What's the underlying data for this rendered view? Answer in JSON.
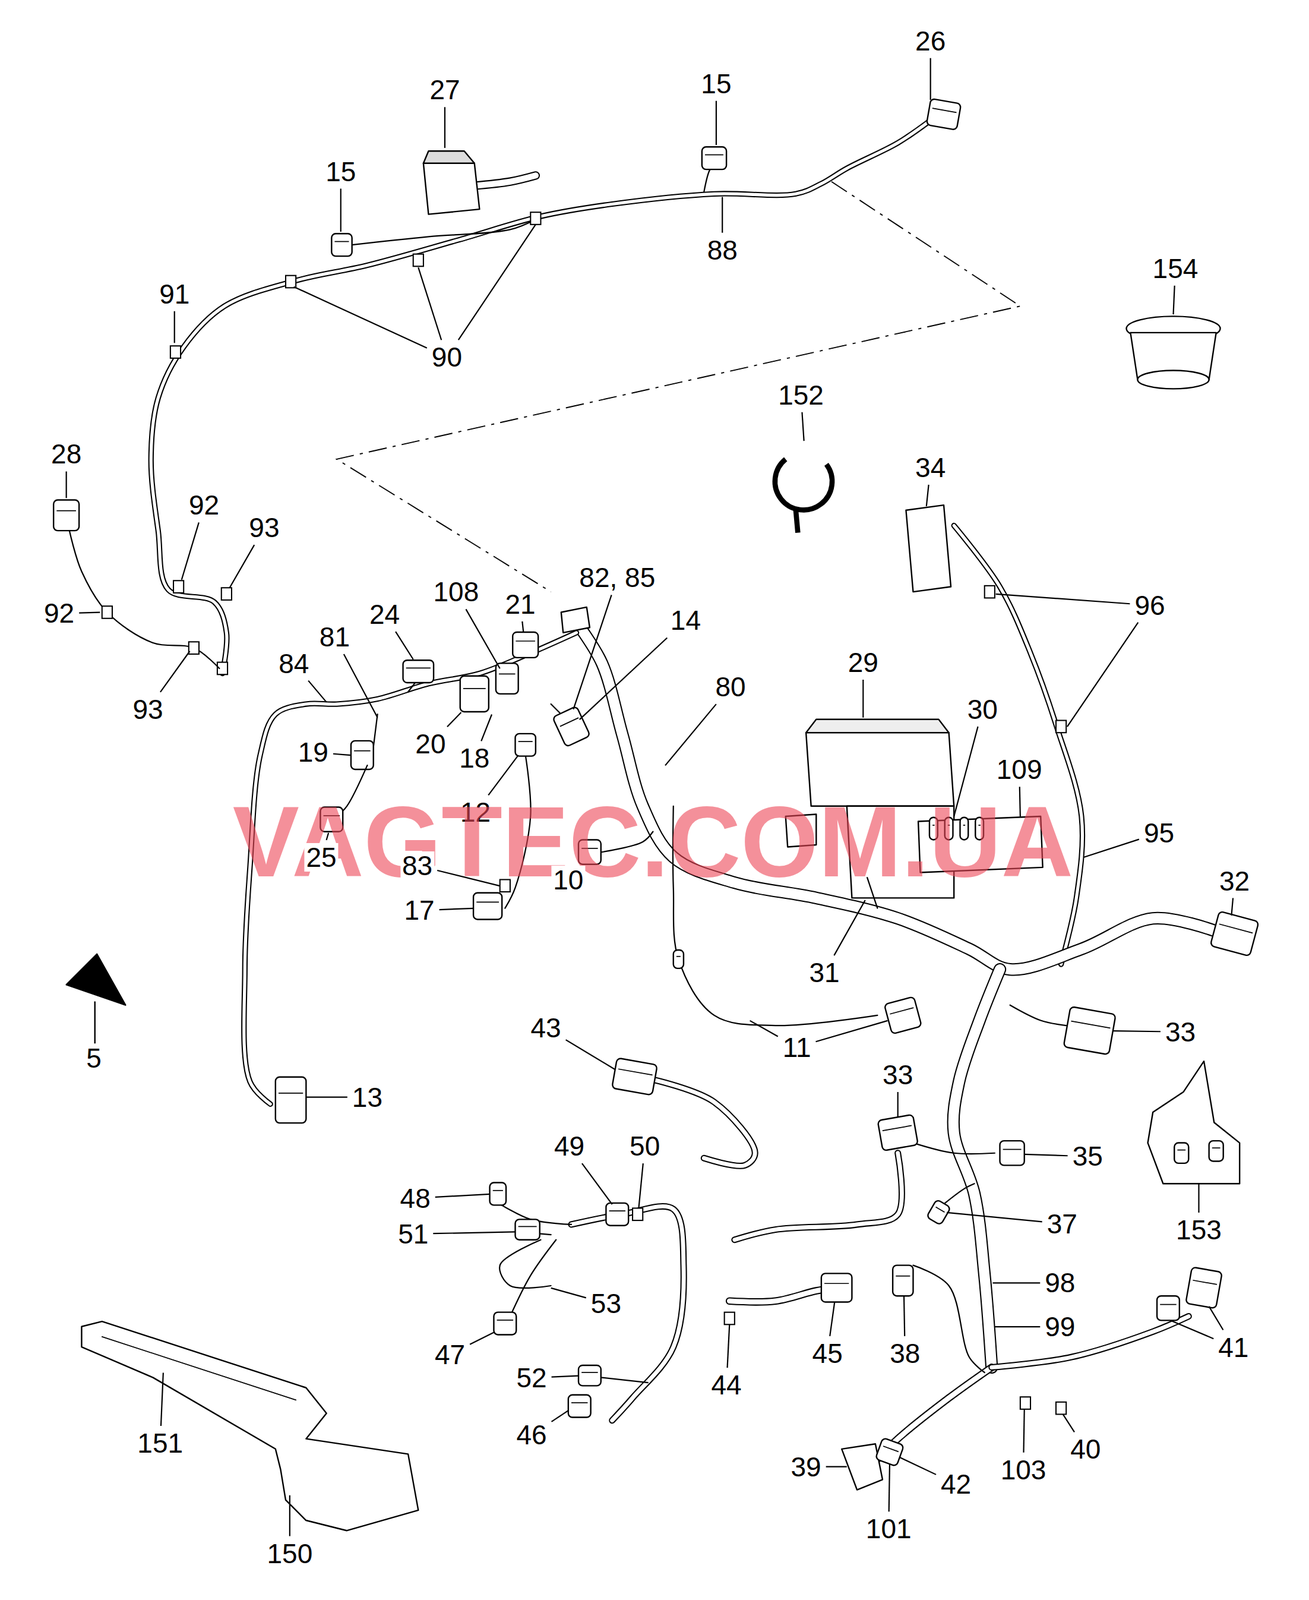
{
  "diagram": {
    "labels": [
      "26",
      "27",
      "15",
      "15",
      "88",
      "154",
      "91",
      "90",
      "152",
      "28",
      "34",
      "92",
      "93",
      "108",
      "21",
      "82, 85",
      "14",
      "92",
      "96",
      "24",
      "81",
      "84",
      "29",
      "80",
      "30",
      "93",
      "19",
      "20",
      "18",
      "109",
      "12",
      "VAGTEC.COM.UA",
      "95",
      "25",
      "83",
      "10",
      "32",
      "17",
      "31",
      "33",
      "11",
      "43",
      "5",
      "13",
      "33",
      "49",
      "50",
      "35",
      "48",
      "37",
      "153",
      "51",
      "98",
      "53",
      "41",
      "99",
      "47",
      "45",
      "38",
      "44",
      "52",
      "40",
      "151",
      "46",
      "103",
      "39",
      "42",
      "101",
      "150"
    ]
  }
}
